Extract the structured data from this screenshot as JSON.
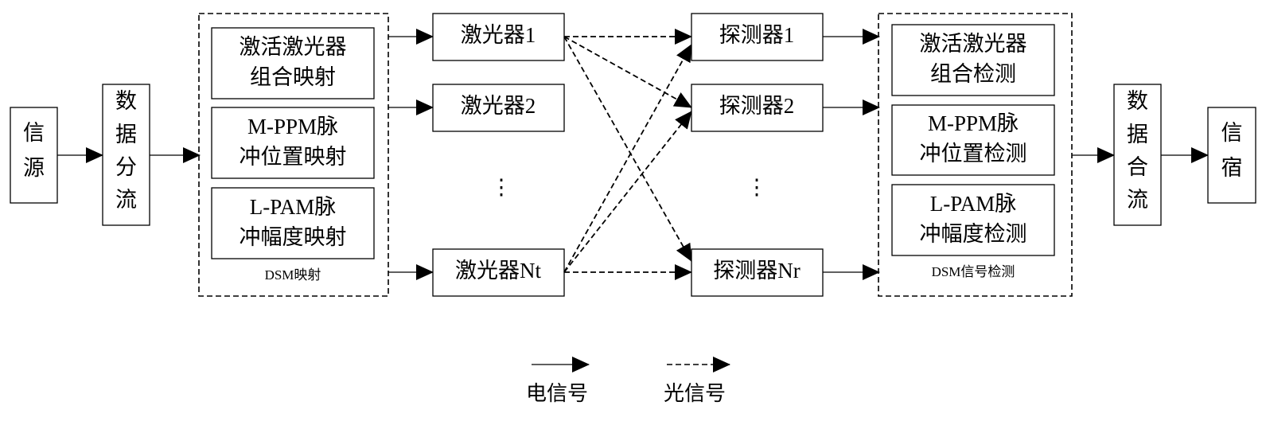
{
  "diagram": {
    "source": {
      "chars": [
        "信",
        "源"
      ]
    },
    "split": {
      "chars": [
        "数",
        "据",
        "分",
        "流"
      ]
    },
    "mapping_group": {
      "label": "DSM映射",
      "blocks": [
        {
          "line1": "激活激光器",
          "line2": "组合映射"
        },
        {
          "line1": "M-PPM脉",
          "line2": "冲位置映射"
        },
        {
          "line1": "L-PAM脉",
          "line2": "冲幅度映射"
        }
      ]
    },
    "lasers": [
      "激光器1",
      "激光器2",
      "激光器Nt"
    ],
    "detectors": [
      "探测器1",
      "探测器2",
      "探测器Nr"
    ],
    "ellipsis": "⋮",
    "detection_group": {
      "label": "DSM信号检测",
      "blocks": [
        {
          "line1": "激活激光器",
          "line2": "组合检测"
        },
        {
          "line1": "M-PPM脉",
          "line2": "冲位置检测"
        },
        {
          "line1": "L-PAM脉",
          "line2": "冲幅度检测"
        }
      ]
    },
    "merge": {
      "chars": [
        "数",
        "据",
        "合",
        "流"
      ]
    },
    "sink": {
      "chars": [
        "信",
        "宿"
      ]
    }
  },
  "legend": {
    "electrical": {
      "label": "电信号",
      "style": "solid-arrow"
    },
    "optical": {
      "label": "光信号",
      "style": "dashed-arrow"
    }
  }
}
